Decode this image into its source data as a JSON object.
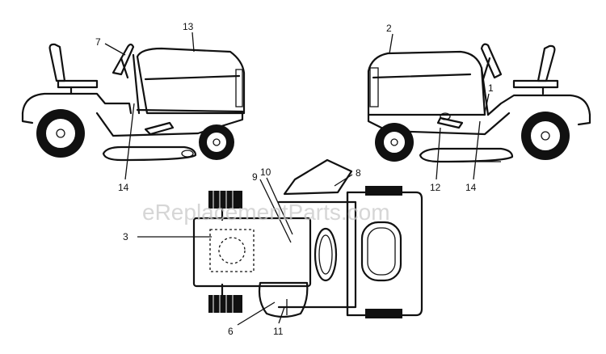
{
  "watermark": "eReplacementParts.com",
  "callouts": {
    "c1": "1",
    "c2": "2",
    "c3": "3",
    "c6": "6",
    "c7": "7",
    "c8": "8",
    "c9": "9",
    "c10": "10",
    "c11": "11",
    "c12": "12",
    "c13": "13",
    "c14_left": "14",
    "c14_right": "14"
  }
}
